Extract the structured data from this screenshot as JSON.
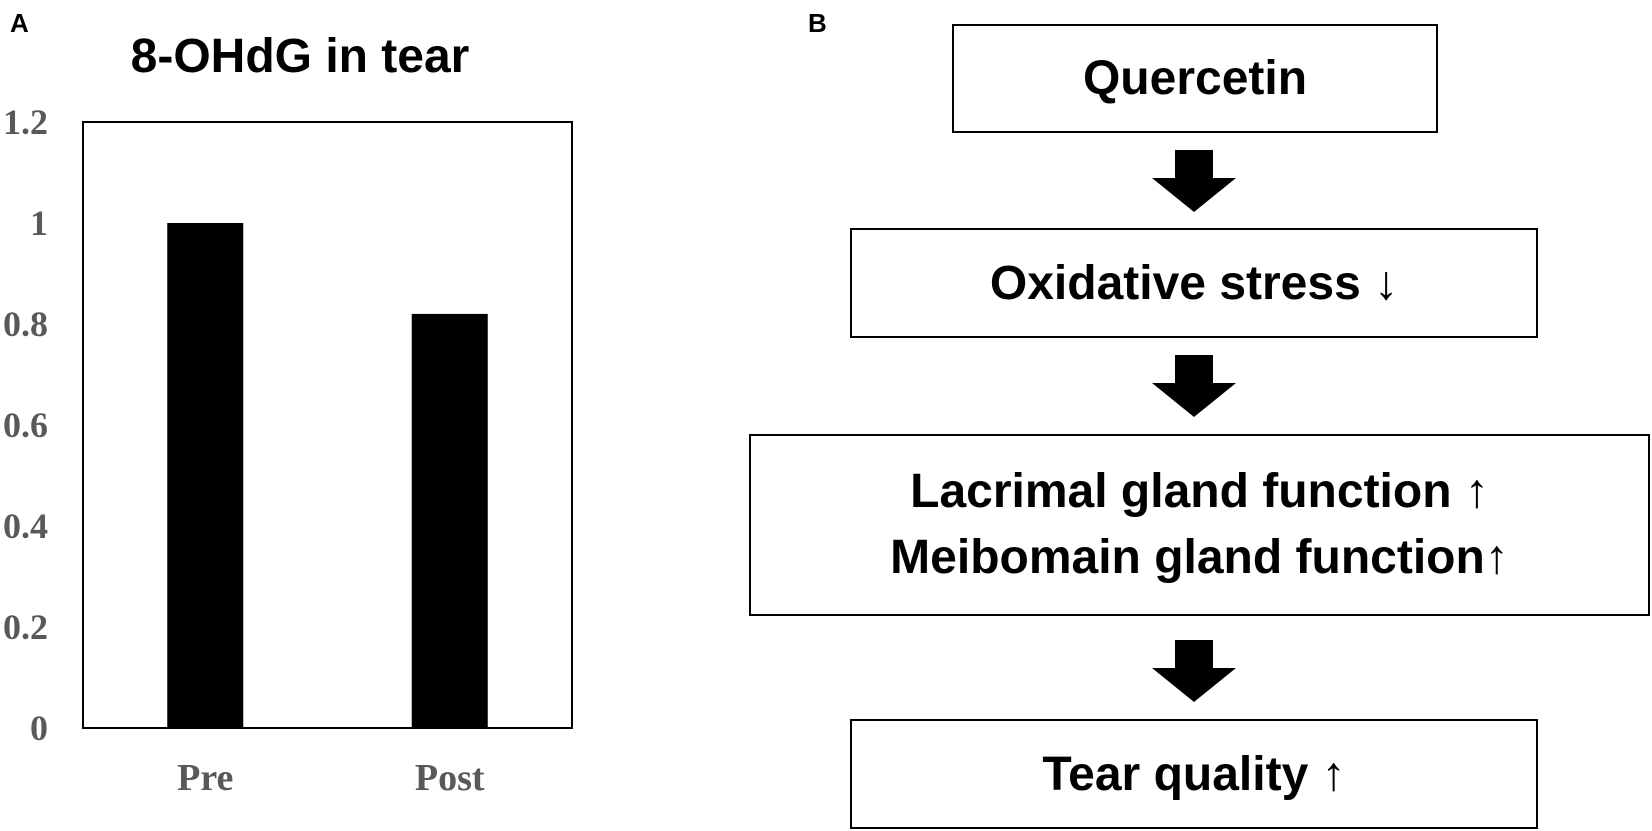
{
  "panels": {
    "a_label": "A",
    "b_label": "B"
  },
  "chart_data": {
    "type": "bar",
    "title": "8-OHdG  in tear",
    "categories": [
      "Pre",
      "Post"
    ],
    "values": [
      1.0,
      0.82
    ],
    "ylim": [
      0,
      1.2
    ],
    "yticks": [
      "0",
      "0.2",
      "0.4",
      "0.6",
      "0.8",
      "1",
      "1.2"
    ],
    "xlabel": "",
    "ylabel": "",
    "grid": false,
    "bar_color": "#000000",
    "tick_color": "#595959"
  },
  "flow": {
    "step1": "Quercetin",
    "step2": "Oxidative stress ↓",
    "step3_line1": "Lacrimal gland function ↑",
    "step3_line2": "Meibomain gland function↑",
    "step4": "Tear quality ↑"
  }
}
